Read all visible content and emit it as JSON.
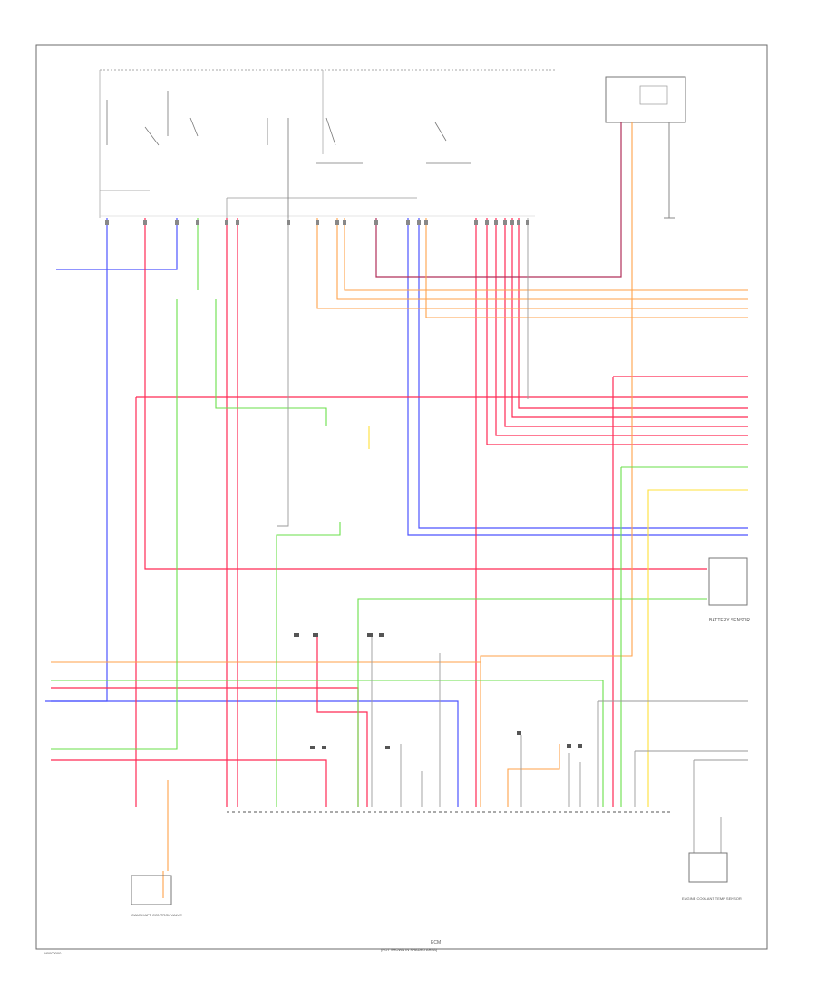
{
  "texts": {
    "battery_sensor": "BATTERY SENSOR",
    "camshaft_control_valve": "CAMSHAFT CONTROL VALVE",
    "engine_coolant_temp_sensor": "ENGINE COOLANT TEMP SENSOR",
    "footer_left": "W0000000",
    "footer_center_1": "ECM",
    "footer_center_2": "(NOT SHOWN IN SHADED AREA)"
  },
  "colors": {
    "blue": "#4d55ff",
    "red": "#ff2a55",
    "green": "#6adf4a",
    "orange": "#ffa24a",
    "yellow": "#ffe03a",
    "gray": "#9a9a9a",
    "dark_red": "#b0305a"
  }
}
